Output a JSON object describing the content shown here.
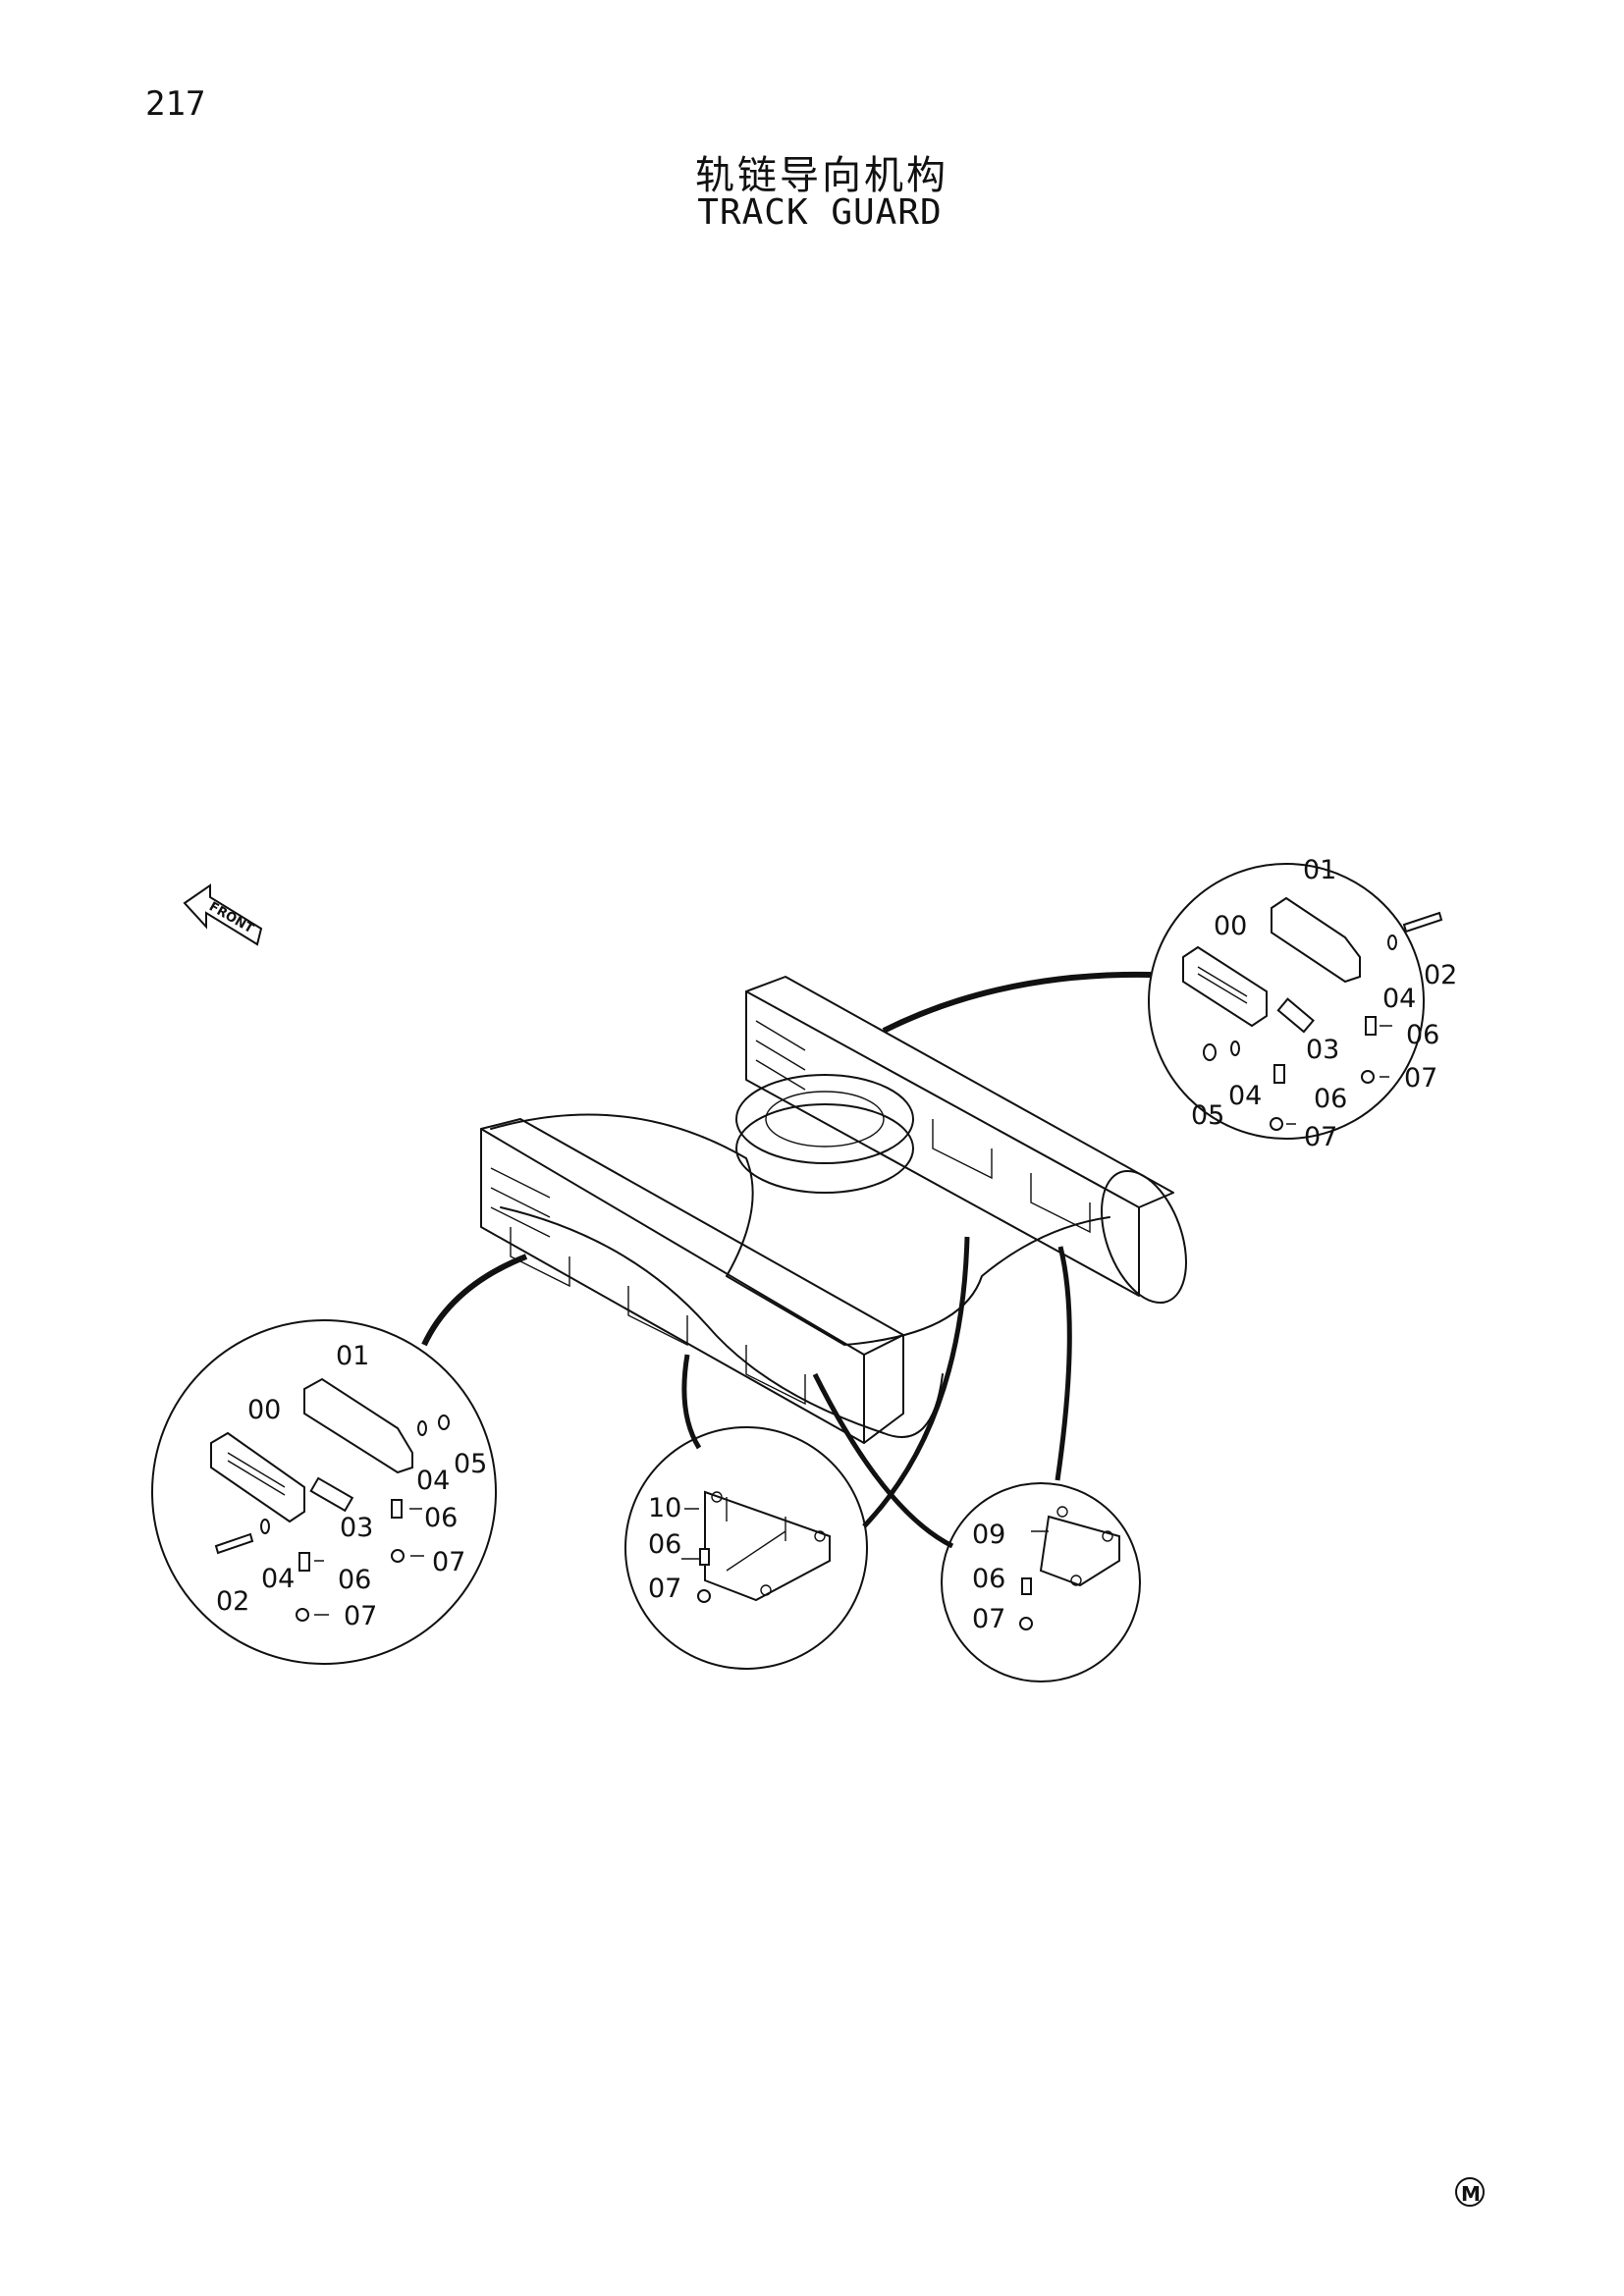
{
  "page_number": "217",
  "title_cn": "轨链导向机构",
  "title_en": "TRACK GUARD",
  "front_arrow_label": "FRONT",
  "mark_symbol": "M",
  "callouts": {
    "upper_right": [
      "01",
      "00",
      "02",
      "04",
      "06",
      "03",
      "07",
      "05",
      "04",
      "06",
      "07"
    ],
    "left": [
      "01",
      "00",
      "04",
      "05",
      "03",
      "06",
      "07",
      "02",
      "04",
      "06",
      "07"
    ],
    "center": [
      "10",
      "06",
      "07"
    ],
    "right": [
      "09",
      "06",
      "07"
    ]
  }
}
